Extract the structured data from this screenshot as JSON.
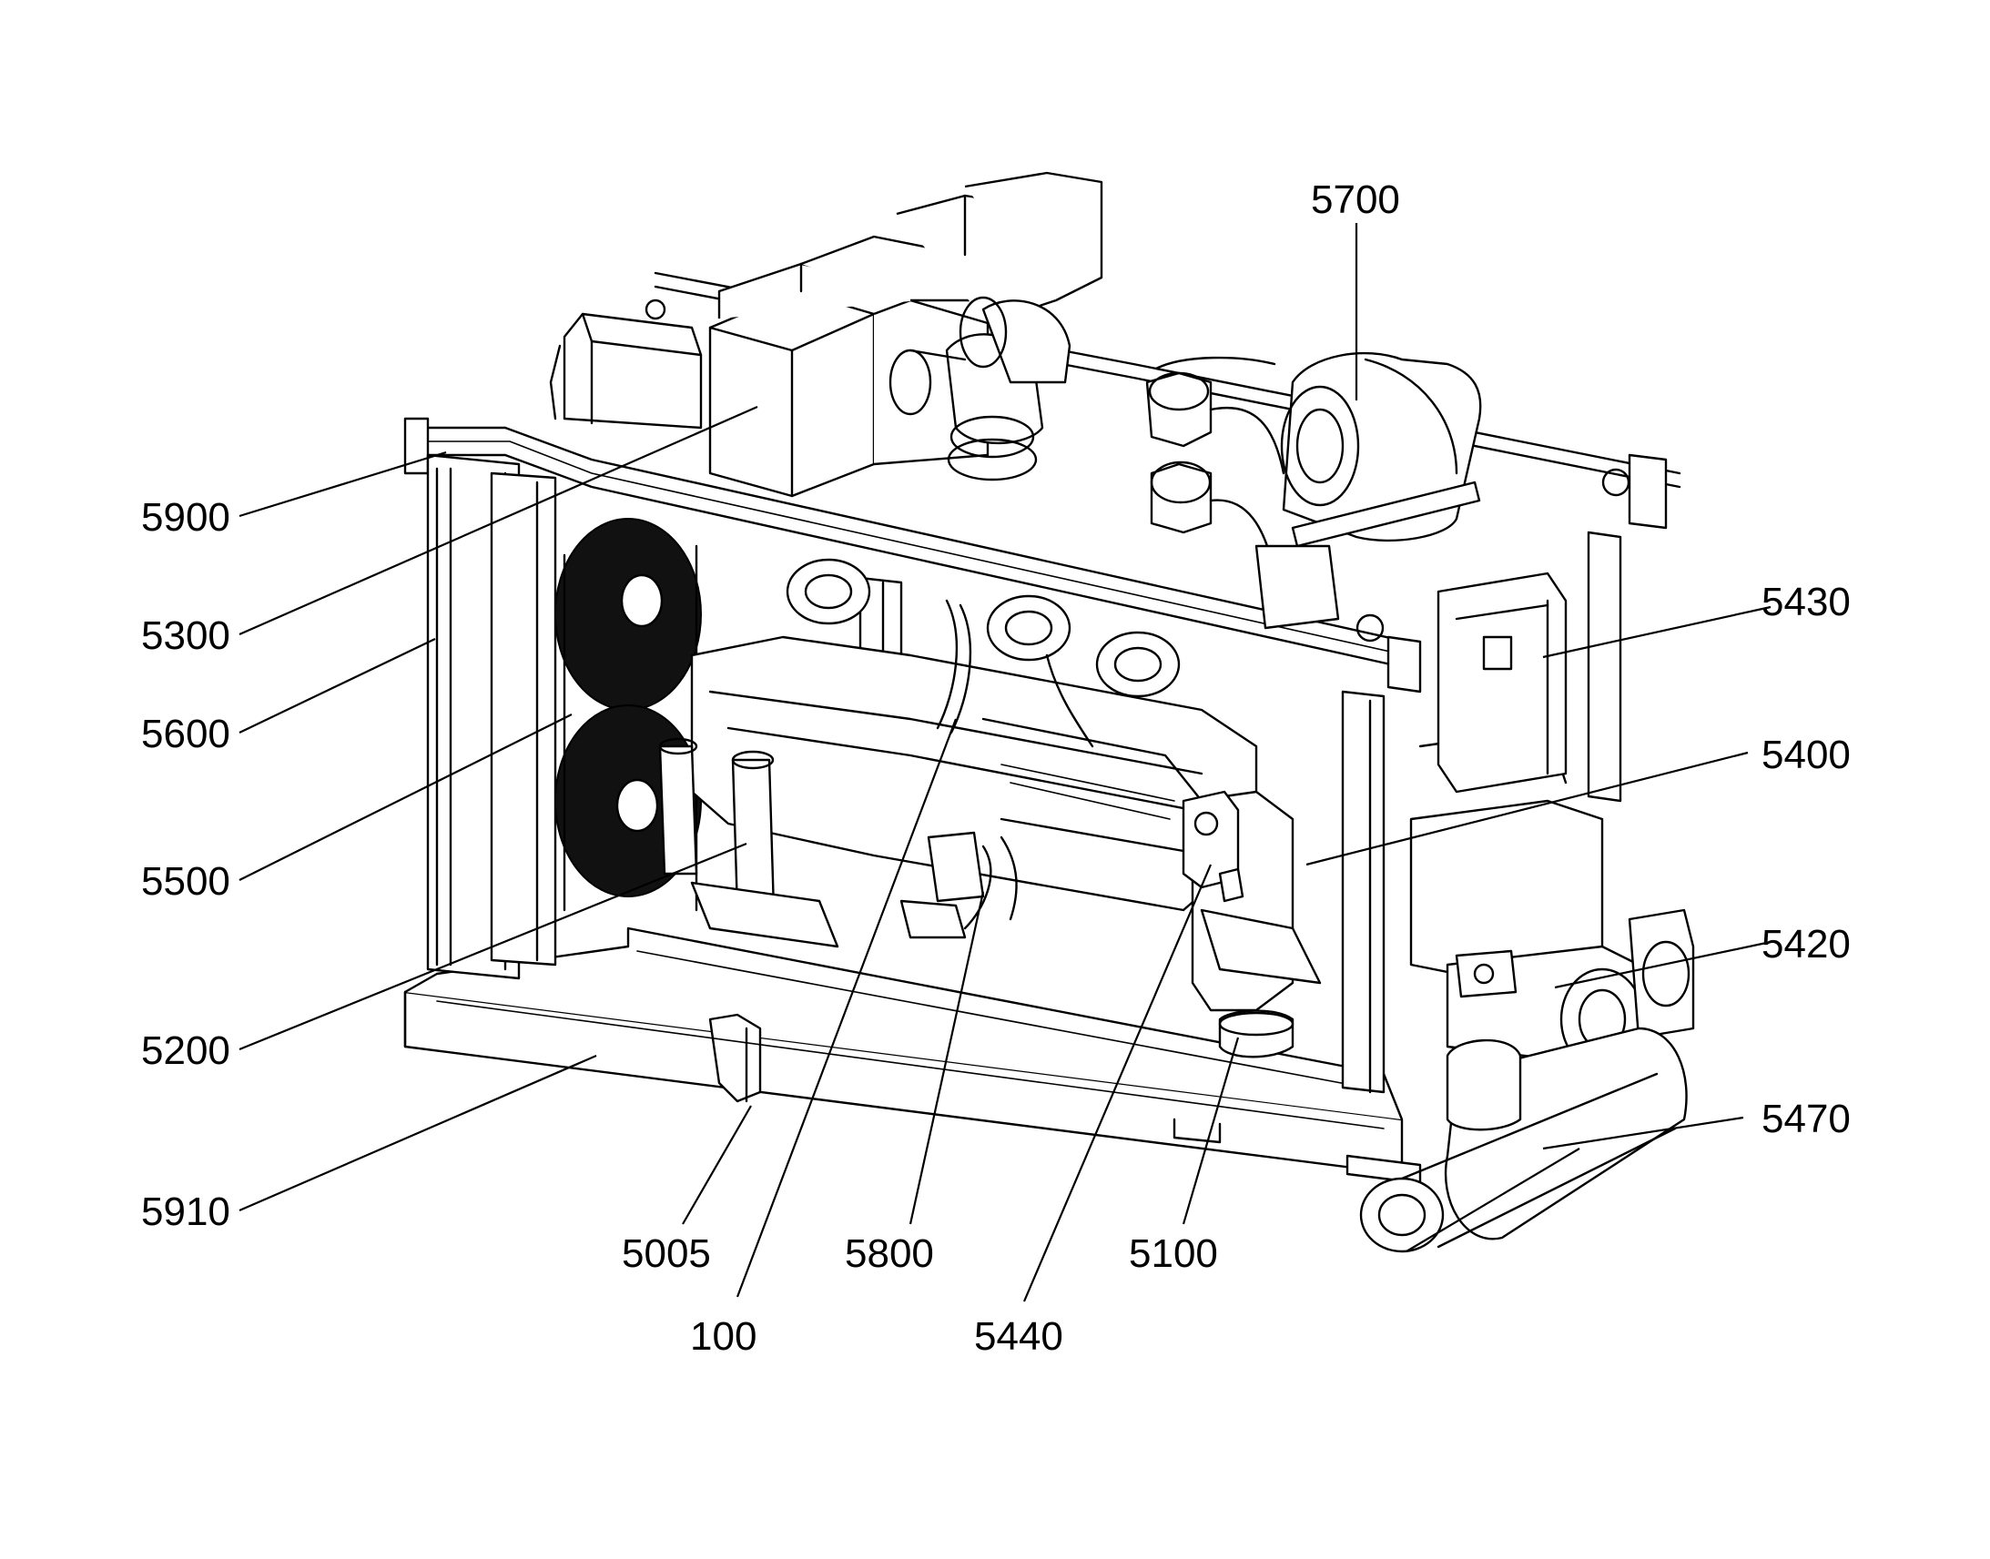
{
  "figure": {
    "callouts": [
      {
        "id": "5900",
        "label": "5900"
      },
      {
        "id": "5300",
        "label": "5300"
      },
      {
        "id": "5600",
        "label": "5600"
      },
      {
        "id": "5500",
        "label": "5500"
      },
      {
        "id": "5200",
        "label": "5200"
      },
      {
        "id": "5910",
        "label": "5910"
      },
      {
        "id": "5005",
        "label": "5005"
      },
      {
        "id": "100",
        "label": "100"
      },
      {
        "id": "5800",
        "label": "5800"
      },
      {
        "id": "5440",
        "label": "5440"
      },
      {
        "id": "5100",
        "label": "5100"
      },
      {
        "id": "5700",
        "label": "5700"
      },
      {
        "id": "5430",
        "label": "5430"
      },
      {
        "id": "5400",
        "label": "5400"
      },
      {
        "id": "5420",
        "label": "5420"
      },
      {
        "id": "5470",
        "label": "5470"
      }
    ]
  }
}
